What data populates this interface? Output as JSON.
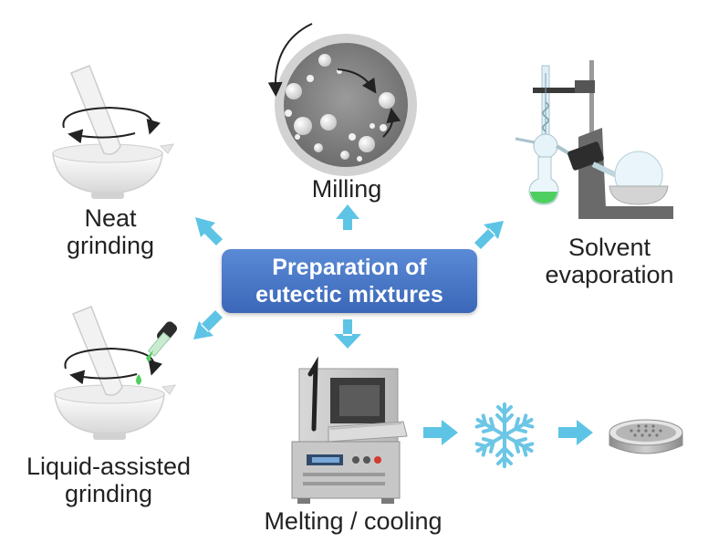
{
  "title": {
    "line1": "Preparation of",
    "line2": "eutectic mixtures"
  },
  "methods": {
    "milling": "Milling",
    "neat_grinding": {
      "line1": "Neat",
      "line2": "grinding"
    },
    "solvent_evaporation": {
      "line1": "Solvent",
      "line2": "evaporation"
    },
    "liquid_assisted_grinding": {
      "line1": "Liquid-assisted",
      "line2": "grinding"
    },
    "melting_cooling": "Melting / cooling"
  },
  "colors": {
    "center_box": "#4a78c8",
    "arrow": "#5ec4e6",
    "snowflake": "#6cc6e6",
    "liquid_green": "#4fcf5f"
  },
  "icons": [
    "mortar-pestle-icon",
    "ball-mill-icon",
    "rotary-evaporator-icon",
    "dropper-icon",
    "furnace-icon",
    "snowflake-icon",
    "sieve-icon"
  ]
}
